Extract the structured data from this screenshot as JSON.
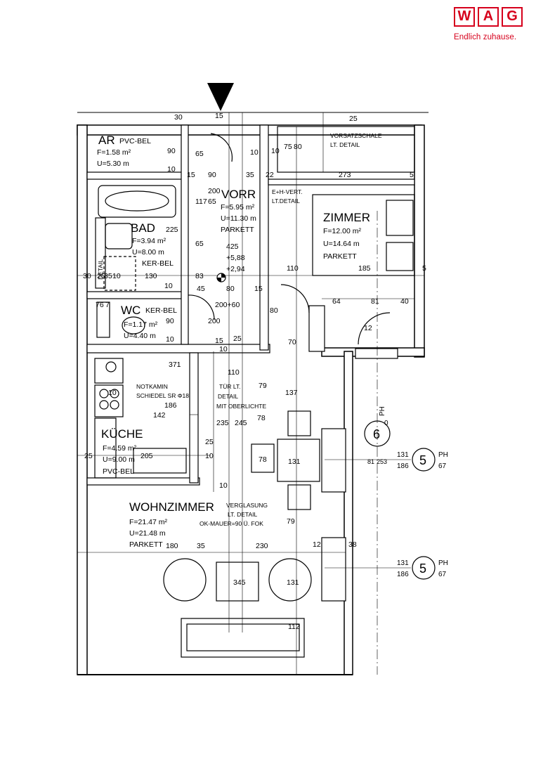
{
  "logo": {
    "letters": [
      "W",
      "A",
      "G"
    ],
    "tagline": "Endlich zuhause.",
    "color": "#d6001c"
  },
  "rooms": {
    "ar": {
      "name": "AR",
      "floor": "PVC-BEL",
      "area": "F=1.58 m²",
      "perimeter": "U=5.30 m"
    },
    "bad": {
      "name": "BAD",
      "area": "F=3.94 m²",
      "perimeter": "U=8.00 m",
      "floor": "KER-BEL"
    },
    "wc": {
      "name": "WC",
      "floor": "KER-BEL",
      "area": "F=1.17 m²",
      "perimeter": "U=4.40 m"
    },
    "vorr": {
      "name": "VORR",
      "area": "F=5.95 m²",
      "perimeter": "U=11.30 m",
      "floor": "PARKETT"
    },
    "zimmer": {
      "name": "ZIMMER",
      "area": "F=12.00 m²",
      "perimeter": "U=14.64 m",
      "floor": "PARKETT"
    },
    "kueche": {
      "name": "KÜCHE",
      "area": "F=4.59 m²",
      "perimeter": "U=9.00 m",
      "floor": "PVC-BEL"
    },
    "wohnzimmer": {
      "name": "WOHNZIMMER",
      "area": "F=21.47 m²",
      "perimeter": "U=21.48 m",
      "floor": "PARKETT"
    }
  },
  "notes": {
    "vorsatzschale": [
      "VORSATZSCHALE",
      "LT. DETAIL"
    ],
    "eh_vert": [
      "E+H-VERT.",
      "LT.DETAIL"
    ],
    "notkamin": [
      "NOTKAMIN",
      "SCHIEDEL SR Φ18"
    ],
    "tuer": [
      "TÜR LT.",
      "DETAIL",
      "MIT OBERLICHTE"
    ],
    "verglasung": [
      "VERGLASUNG",
      "LT. DETAIL",
      "OK-MAUER=90 Ü. FOK"
    ],
    "levels": [
      "+5,88",
      "+2,94"
    ],
    "bad_detail": "DETAIL"
  },
  "dimensions": [
    "30",
    "90",
    "10",
    "65",
    "90",
    "35",
    "15",
    "200",
    "117",
    "225",
    "65",
    "83",
    "45",
    "425",
    "80",
    "15",
    "200+60",
    "80",
    "25",
    "10",
    "5",
    "273",
    "80",
    "75",
    "110",
    "185",
    "64",
    "81",
    "40",
    "12",
    "25",
    "5",
    "22",
    "7",
    "30",
    "25",
    "35",
    "10",
    "130",
    "90",
    "200",
    "371",
    "110",
    "79",
    "137",
    "78",
    "186",
    "142",
    "235",
    "245",
    "78",
    "131",
    "79",
    "12",
    "38",
    "25",
    "205",
    "10",
    "25",
    "10",
    "180",
    "35",
    "230",
    "345",
    "131",
    "112",
    "10",
    "10",
    "10",
    "76",
    "15",
    "10",
    "70",
    "15",
    "65",
    "10"
  ],
  "sections": [
    {
      "num": "6",
      "label": "PH",
      "sub": "0",
      "top": "",
      "bottom": ""
    },
    {
      "num": "5",
      "label": "PH",
      "sub": "67",
      "top": "131",
      "bottom": "186"
    },
    {
      "num": "5",
      "label": "PH",
      "sub": "67",
      "top": "131",
      "bottom": "186"
    }
  ],
  "window_dims": [
    "81",
    "253"
  ]
}
